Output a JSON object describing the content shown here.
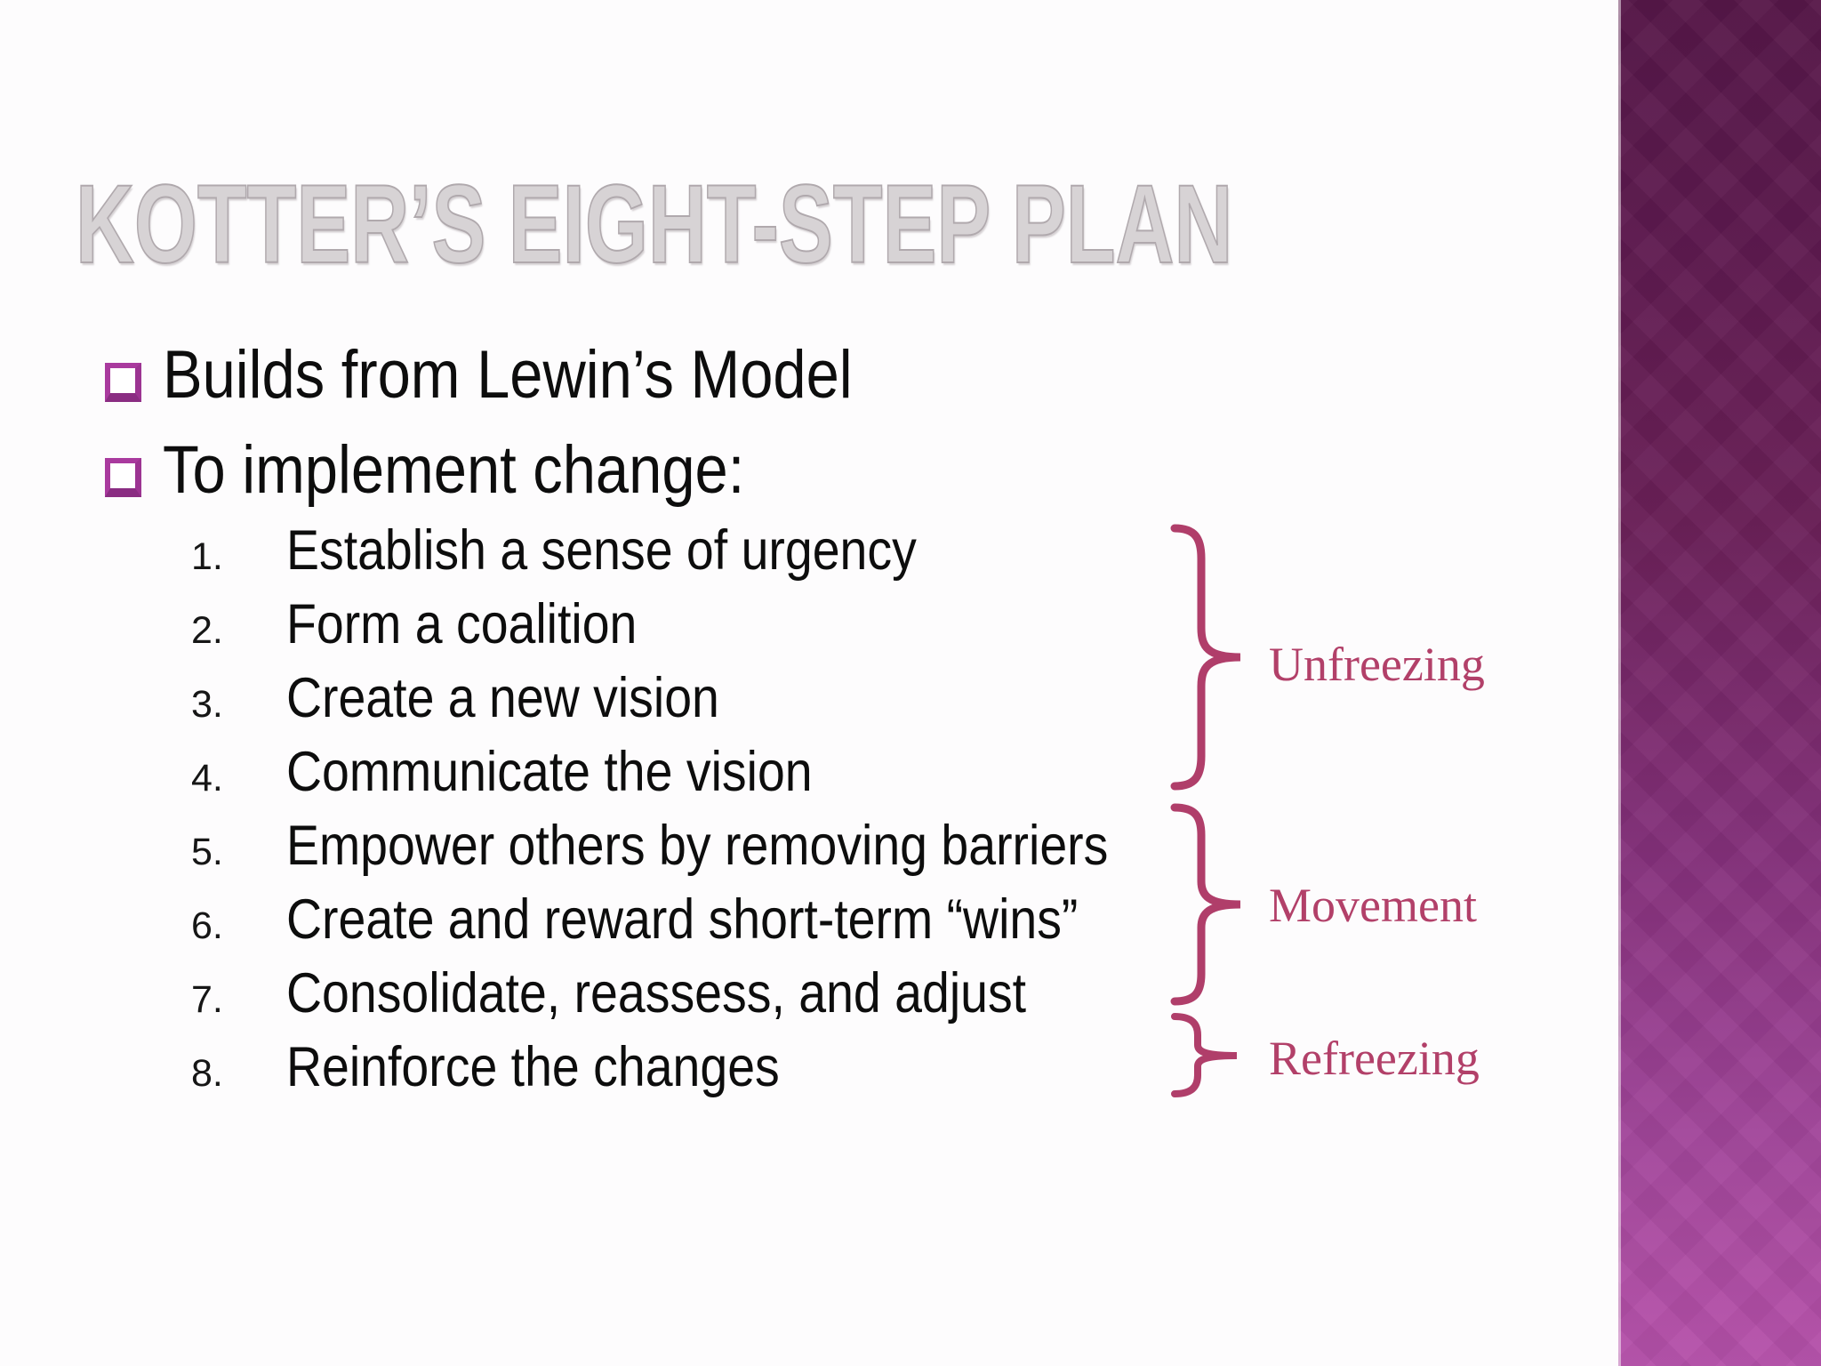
{
  "slide": {
    "title": "KOTTER’S EIGHT-STEP PLAN",
    "bullets": [
      {
        "text": "Builds from Lewin’s Model"
      },
      {
        "text": "To implement change:"
      }
    ],
    "step_numbers": [
      "1.",
      "2.",
      "3.",
      "4.",
      "5.",
      "6.",
      "7.",
      "8."
    ],
    "steps": [
      "Establish a sense of urgency",
      "Form a coalition",
      "Create a new vision",
      "Communicate the vision",
      "Empower others by removing barriers",
      "Create and reward short-term “wins”",
      "Consolidate, reassess, and adjust",
      "Reinforce the changes"
    ],
    "phases": [
      {
        "label": "Unfreezing"
      },
      {
        "label": "Movement"
      },
      {
        "label": "Refreezing"
      }
    ],
    "colors": {
      "accent_rose": "#b03e6a",
      "bullet_magenta": "#a93a9e",
      "title_gray": "#d7d3d5",
      "bar_gradient_top": "#571748",
      "bar_gradient_bottom": "#b551a9"
    }
  }
}
